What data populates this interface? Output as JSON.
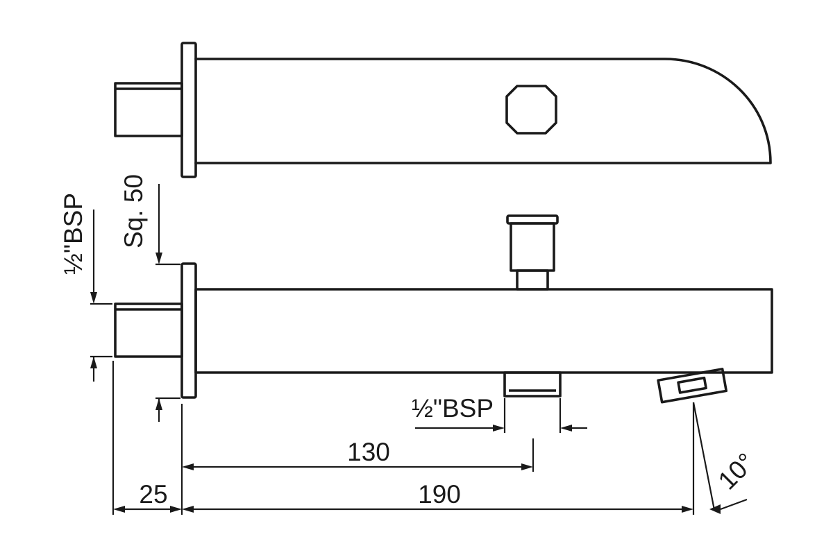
{
  "annotations": {
    "square_size": "Sq. 50",
    "inlet_thread": "½\"BSP",
    "diverter_thread": "½\"BSP",
    "diverter_offset": "130",
    "flange_depth": "25",
    "spout_length": "190",
    "outlet_angle": "10°"
  }
}
